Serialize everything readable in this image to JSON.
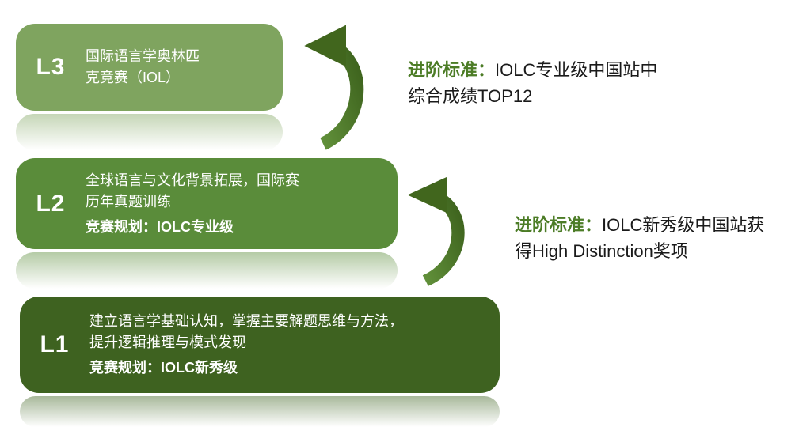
{
  "levels": [
    {
      "label": "L3",
      "description": "国际语言学奥林匹克竞赛（IOL）",
      "plan": "",
      "color": "#7fa45f"
    },
    {
      "label": "L2",
      "description": "全球语言与文化背景拓展，国际赛历年真题训练",
      "plan": "竞赛规划：IOLC专业级",
      "color": "#5a8c3a"
    },
    {
      "label": "L1",
      "description": "建立语言学基础认知，掌握主要解题思维与方法，提升逻辑推理与模式发现",
      "plan": "竞赛规划：IOLC新秀级",
      "color": "#3e6220"
    }
  ],
  "criteria": [
    {
      "label": "进阶标准：",
      "text": "IOLC专业级中国站中综合成绩TOP12"
    },
    {
      "label": "进阶标准：",
      "text": "IOLC新秀级中国站获得High Distinction奖项"
    }
  ],
  "colors": {
    "arrow_dark": "#3c611c",
    "arrow_light": "#61903a",
    "criteria_label": "#4c7c26"
  }
}
